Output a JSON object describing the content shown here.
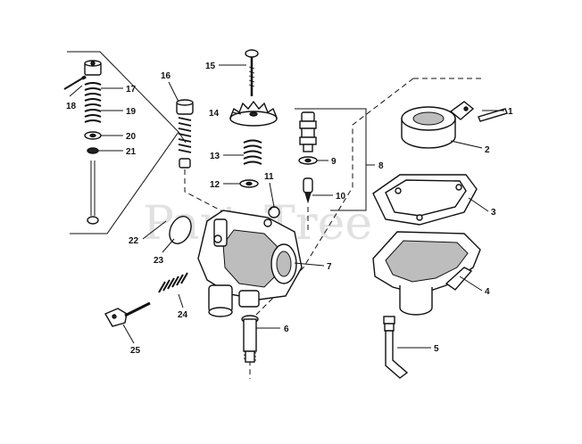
{
  "watermark": {
    "text": "PartsTree",
    "trademark": "TM"
  },
  "callouts": [
    {
      "id": "c1",
      "label": "1"
    },
    {
      "id": "c2",
      "label": "2"
    },
    {
      "id": "c3",
      "label": "3"
    },
    {
      "id": "c4",
      "label": "4"
    },
    {
      "id": "c5",
      "label": "5"
    },
    {
      "id": "c6",
      "label": "6"
    },
    {
      "id": "c7",
      "label": "7"
    },
    {
      "id": "c8",
      "label": "8"
    },
    {
      "id": "c9",
      "label": "9"
    },
    {
      "id": "c10",
      "label": "10"
    },
    {
      "id": "c11",
      "label": "11"
    },
    {
      "id": "c12",
      "label": "12"
    },
    {
      "id": "c13",
      "label": "13"
    },
    {
      "id": "c14",
      "label": "14"
    },
    {
      "id": "c15",
      "label": "15"
    },
    {
      "id": "c16",
      "label": "16"
    },
    {
      "id": "c17",
      "label": "17"
    },
    {
      "id": "c18",
      "label": "18"
    },
    {
      "id": "c19",
      "label": "19"
    },
    {
      "id": "c20",
      "label": "20"
    },
    {
      "id": "c21",
      "label": "21"
    },
    {
      "id": "c22",
      "label": "22"
    },
    {
      "id": "c23",
      "label": "23"
    },
    {
      "id": "c24",
      "label": "24"
    },
    {
      "id": "c25",
      "label": "25"
    }
  ]
}
